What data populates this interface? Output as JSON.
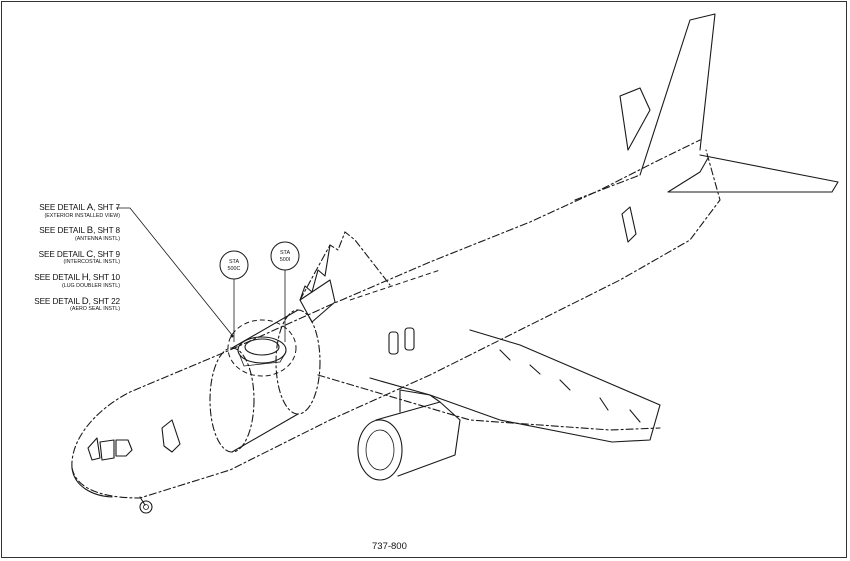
{
  "callouts": [
    {
      "prefix": "SEE DETAIL ",
      "letter": "A",
      "suffix": ", SHT 7",
      "sub": "(EXTERIOR INSTALLED VIEW)"
    },
    {
      "prefix": "SEE DETAIL ",
      "letter": "B",
      "suffix": ", SHT 8",
      "sub": "(ANTENNA INSTL)"
    },
    {
      "prefix": "SEE DETAIL ",
      "letter": "C",
      "suffix": ", SHT 9",
      "sub": "(INTERCOSTAL INSTL)"
    },
    {
      "prefix": "SEE DETAIL ",
      "letter": "H",
      "suffix": ", SHT 10",
      "sub": "(LUG DOUBLER INSTL)"
    },
    {
      "prefix": "SEE DETAIL ",
      "letter": "D",
      "suffix": ", SHT 22",
      "sub": "(AERO SEAL INSTL)"
    }
  ],
  "stations": [
    {
      "line1": "STA",
      "line2": "500C"
    },
    {
      "line1": "STA",
      "line2": "500I"
    }
  ],
  "model_label": "737-800"
}
